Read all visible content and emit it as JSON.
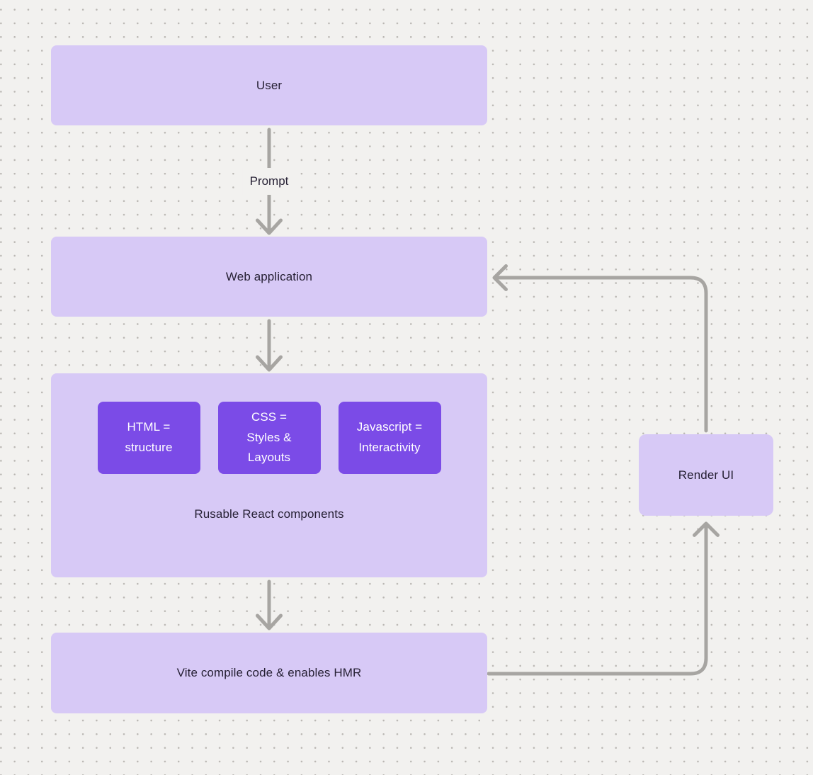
{
  "diagram": {
    "nodes": {
      "user": {
        "label": "User"
      },
      "web_application": {
        "label": "Web application"
      },
      "components_group": {
        "label": "Rusable React components",
        "children": [
          {
            "label": "HTML = structure"
          },
          {
            "label": "CSS = Styles & Layouts"
          },
          {
            "label": "Javascript = Interactivity"
          }
        ]
      },
      "vite": {
        "label": "Vite compile code & enables HMR"
      },
      "render_ui": {
        "label": "Render UI"
      }
    },
    "edges": {
      "user_to_webapp": {
        "label": "Prompt",
        "from": "User",
        "to": "Web application"
      },
      "webapp_to_components": {
        "from": "Web application",
        "to": "Rusable React components"
      },
      "components_to_vite": {
        "from": "Rusable React components",
        "to": "Vite compile code & enables HMR"
      },
      "vite_to_renderui": {
        "from": "Vite compile code & enables HMR",
        "to": "Render UI"
      },
      "renderui_to_webapp": {
        "from": "Render UI",
        "to": "Web application"
      }
    },
    "colors": {
      "canvas_bg": "#f2f1ef",
      "grid_dot": "#bab7b3",
      "node_fill": "#d7c9f6",
      "accent_fill": "#7b4be7",
      "accent_text": "#ffffff",
      "node_text": "#272135",
      "connector": "#a7a5a2"
    }
  }
}
